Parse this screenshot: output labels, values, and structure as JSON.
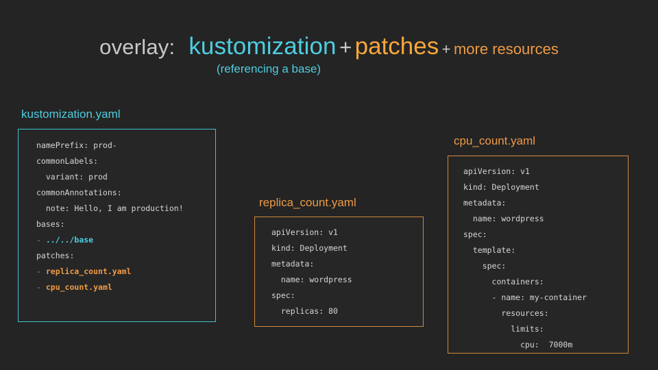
{
  "title": {
    "overlay_label": "overlay:",
    "term_kustomization": "kustomization",
    "plus_1": "+",
    "term_patches": "patches",
    "plus_2": "+",
    "term_more_resources": "more resources",
    "subtitle": "(referencing a base)"
  },
  "colors": {
    "background": "#242424",
    "cyan": "#4ecde0",
    "orange": "#ef9a45",
    "orange_bright": "#f9a63a",
    "gray_text": "#c9c9c9",
    "code_text": "#d6d6d6",
    "box_border_cyan": "#3fc3d4",
    "box_border_orange": "#d08a3d"
  },
  "panels": [
    {
      "id": "kustomization",
      "label": "kustomization.yaml",
      "accent": "#4ecde0",
      "lines": [
        [
          {
            "t": "namePrefix: prod-",
            "s": "plain"
          }
        ],
        [
          {
            "t": "commonLabels:",
            "s": "plain"
          }
        ],
        [
          {
            "t": "  variant: prod",
            "s": "plain"
          }
        ],
        [
          {
            "t": "commonAnnotations:",
            "s": "plain"
          }
        ],
        [
          {
            "t": "  note: Hello, I am production!",
            "s": "plain"
          }
        ],
        [
          {
            "t": "bases:",
            "s": "plain"
          }
        ],
        [
          {
            "t": "- ",
            "s": "dash"
          },
          {
            "t": "../../base",
            "s": "hl-cyan"
          }
        ],
        [
          {
            "t": "patches:",
            "s": "plain"
          }
        ],
        [
          {
            "t": "- ",
            "s": "dash"
          },
          {
            "t": "replica_count.yaml",
            "s": "hl-orange"
          }
        ],
        [
          {
            "t": "- ",
            "s": "dash"
          },
          {
            "t": "cpu_count.yaml",
            "s": "hl-orange"
          }
        ]
      ]
    },
    {
      "id": "replica",
      "label": "replica_count.yaml",
      "accent": "#ef9a45",
      "lines": [
        [
          {
            "t": "apiVersion: v1",
            "s": "plain"
          }
        ],
        [
          {
            "t": "kind: Deployment",
            "s": "plain"
          }
        ],
        [
          {
            "t": "metadata:",
            "s": "plain"
          }
        ],
        [
          {
            "t": "  name: wordpress",
            "s": "plain"
          }
        ],
        [
          {
            "t": "spec:",
            "s": "plain"
          }
        ],
        [
          {
            "t": "  replicas: 80",
            "s": "plain"
          }
        ]
      ]
    },
    {
      "id": "cpu",
      "label": "cpu_count.yaml",
      "accent": "#ef9a45",
      "lines": [
        [
          {
            "t": "apiVersion: v1",
            "s": "plain"
          }
        ],
        [
          {
            "t": "kind: Deployment",
            "s": "plain"
          }
        ],
        [
          {
            "t": "metadata:",
            "s": "plain"
          }
        ],
        [
          {
            "t": "  name: wordpress",
            "s": "plain"
          }
        ],
        [
          {
            "t": "spec:",
            "s": "plain"
          }
        ],
        [
          {
            "t": "  template:",
            "s": "plain"
          }
        ],
        [
          {
            "t": "    spec:",
            "s": "plain"
          }
        ],
        [
          {
            "t": "      containers:",
            "s": "plain"
          }
        ],
        [
          {
            "t": "      - name: my-container",
            "s": "plain"
          }
        ],
        [
          {
            "t": "        resources:",
            "s": "plain"
          }
        ],
        [
          {
            "t": "          limits:",
            "s": "plain"
          }
        ],
        [
          {
            "t": "            cpu:  7000m",
            "s": "plain"
          }
        ]
      ]
    }
  ]
}
